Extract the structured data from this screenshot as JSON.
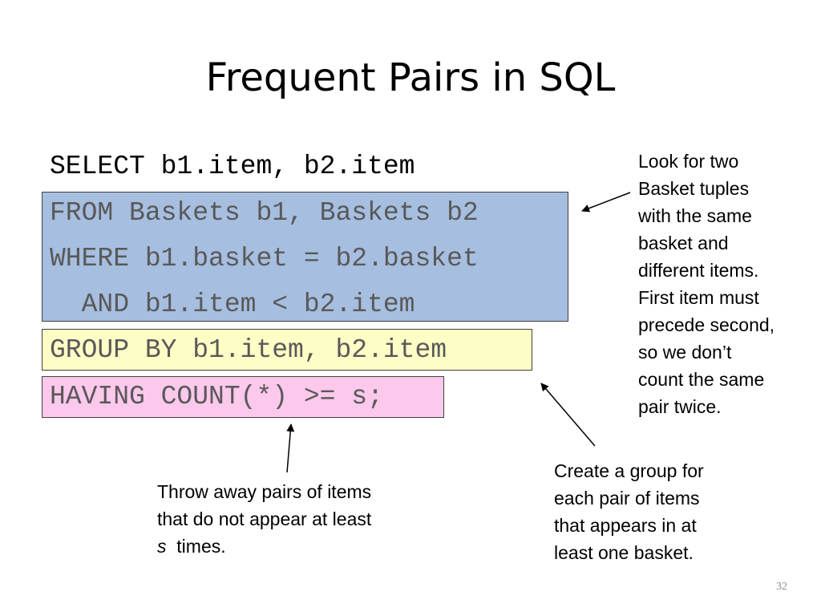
{
  "slide": {
    "title": "Frequent Pairs in SQL",
    "page_number": "32"
  },
  "code": {
    "select_line": "SELECT b1.item, b2.item",
    "from_line": "FROM Baskets b1, Baskets b2",
    "where_line": "WHERE b1.basket = b2.basket",
    "and_line": "  AND b1.item < b2.item",
    "group_line": "GROUP BY b1.item, b2.item",
    "having_line": "HAVING COUNT(*) >= s;"
  },
  "annotations": {
    "from_where_note": [
      "Look for two",
      "Basket tuples",
      "with the same",
      "basket and",
      "different items.",
      "First item must",
      "precede second,",
      "so we don’t",
      "count the same",
      "pair twice."
    ],
    "group_note": [
      "Create a group for",
      "each pair of items",
      "that appears in at",
      "least one basket."
    ],
    "having_note": {
      "line1": "Throw away pairs of items",
      "line2": "that do not appear at least",
      "line3_var": "s",
      "line3_rest": "  times."
    }
  },
  "colors": {
    "from_where_box": "#a6bedf",
    "group_box": "#fdfdc6",
    "having_box": "#fcc8ec",
    "muted_code": "#595959"
  }
}
